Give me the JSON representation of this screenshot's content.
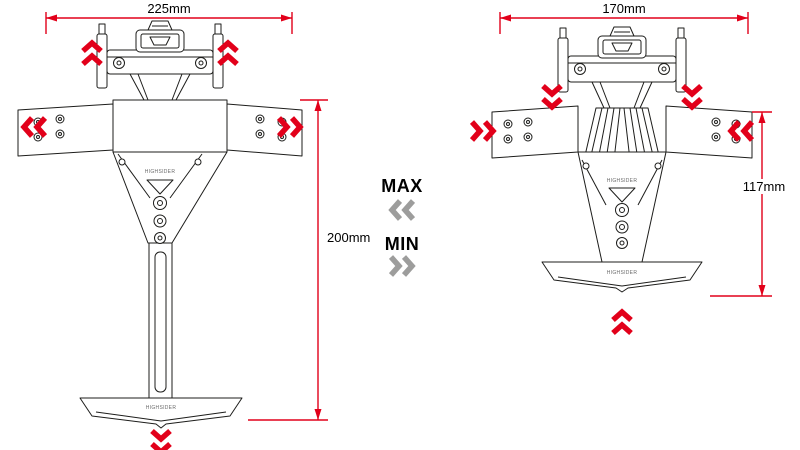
{
  "legend": {
    "max": "MAX",
    "min": "MIN"
  },
  "dimensions": {
    "left_width": "225mm",
    "left_height": "200mm",
    "right_width": "170mm",
    "right_height": "117mm"
  },
  "branding": {
    "logo": "HIGHSIDER"
  },
  "colors": {
    "dimension_red": "#e2001a",
    "arrow_red": "#e2001a",
    "legend_grey": "#9d9d9c",
    "line_ink": "#1d1d1b",
    "background": "#ffffff"
  }
}
